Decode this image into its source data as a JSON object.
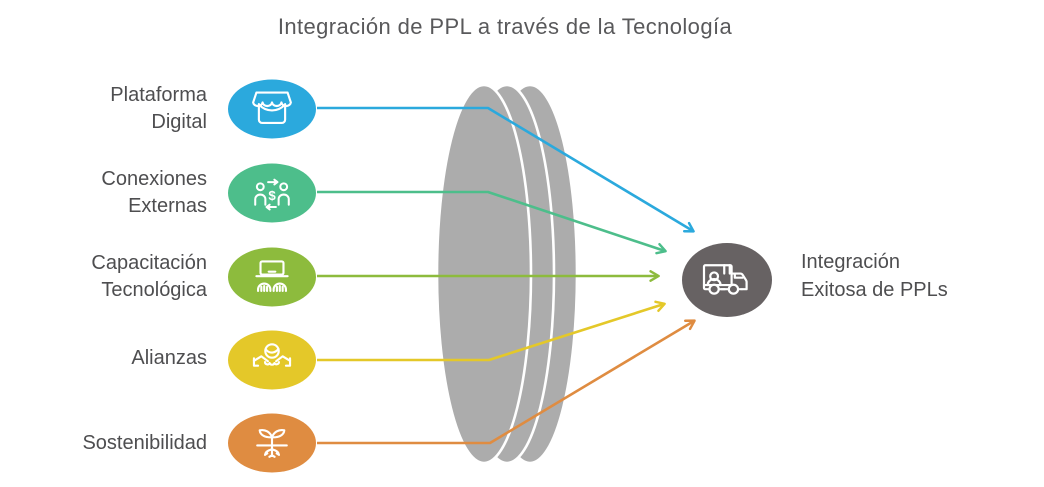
{
  "title": "Integración de PPL a través de la Tecnología",
  "rows": [
    {
      "line1": "Plataforma",
      "line2": "Digital",
      "icon": "storefront-icon",
      "color": "#2BA9DD"
    },
    {
      "line1": "Conexiones",
      "line2": "Externas",
      "icon": "people-exchange-icon",
      "color": "#4DBE8B"
    },
    {
      "line1": "Capacitación",
      "line2": "Tecnológica",
      "icon": "laptop-training-icon",
      "color": "#8DBB3D"
    },
    {
      "line1": "Alianzas",
      "icon": "handshake-globe-icon",
      "color": "#E4C829"
    },
    {
      "line1": "Sostenibilidad",
      "icon": "plant-roots-icon",
      "color": "#DF8C41"
    }
  ],
  "node": {
    "line1": "Integración",
    "line2": "Exitosa de PPLs",
    "icon": "delivery-truck-icon",
    "color": "#676263"
  },
  "lens": {
    "color": "#ACACAC",
    "divider_color": "#FFFFFF"
  },
  "glyph_text": {
    "dollar_sign": "$"
  },
  "text_color": "#4E4E50",
  "title_color": "#59595B"
}
